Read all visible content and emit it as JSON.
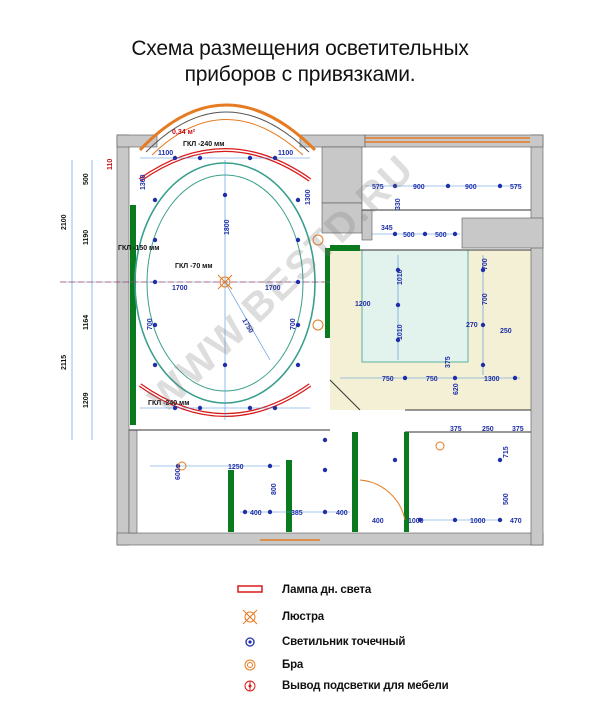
{
  "title": {
    "line1": "Схема размещения осветительных",
    "line2": "приборов с привязками."
  },
  "labels": {
    "gkl_top": "ГКЛ -240 мм",
    "gkl_left": "ГКЛ -150 мм",
    "gkl_center": "ГКЛ -70 мм",
    "gkl_bottom": "ГКЛ -240 мм",
    "area": "0,34 м²"
  },
  "dims": {
    "d2100": "2100",
    "d2115": "2115",
    "d1190": "1190",
    "d1164": "1164",
    "d1209": "1209",
    "d110": "110",
    "d500a": "500",
    "d1100a": "1100",
    "d1100b": "1100",
    "d1700a": "1700",
    "d1700b": "1700",
    "d1750": "1750",
    "d1800": "1800",
    "d700a": "700",
    "d700b": "700",
    "d1300a": "1300",
    "d1300b": "1300",
    "d575a": "575",
    "d900a": "900",
    "d900b": "900",
    "d575b": "575",
    "d330": "330",
    "d345": "345",
    "d500b": "500",
    "d500c": "500",
    "d1010a": "1010",
    "d1010b": "1010",
    "d1200": "1200",
    "d700c": "700",
    "d700d": "700",
    "d270": "270",
    "d250": "250",
    "d750a": "750",
    "d750b": "750",
    "d375a": "375",
    "d1300c": "1300",
    "d620": "620",
    "d375b": "375",
    "d250b": "250",
    "d375c": "375",
    "d715": "715",
    "d500d": "500",
    "d1250": "1250",
    "d600": "600",
    "d800": "800",
    "d400a": "400",
    "d385": "385",
    "d400b": "400",
    "d400c": "400",
    "d1000a": "1000",
    "d1000b": "1000",
    "d470": "470"
  },
  "watermark": "WWW.BESTD.RU",
  "legend": [
    {
      "icon": "fluorescent-lamp-icon",
      "label": "Лампа дн. света"
    },
    {
      "icon": "chandelier-icon",
      "label": "Люстра"
    },
    {
      "icon": "spotlight-icon",
      "label": "Светильник точечный"
    },
    {
      "icon": "sconce-icon",
      "label": "Бра"
    },
    {
      "icon": "furniture-light-outlet-icon",
      "label": "Вывод подсветки для мебели"
    }
  ],
  "colors": {
    "wall": "#c8c8c8",
    "green_wall": "#0a7a1e",
    "spot": "#1f2fa8",
    "lamp": "#d81a1a",
    "accent_orange": "#e57b22",
    "teal_line": "#3a9f8c",
    "kitchen": "#f3f0d6",
    "mint": "#e2f3ee"
  }
}
